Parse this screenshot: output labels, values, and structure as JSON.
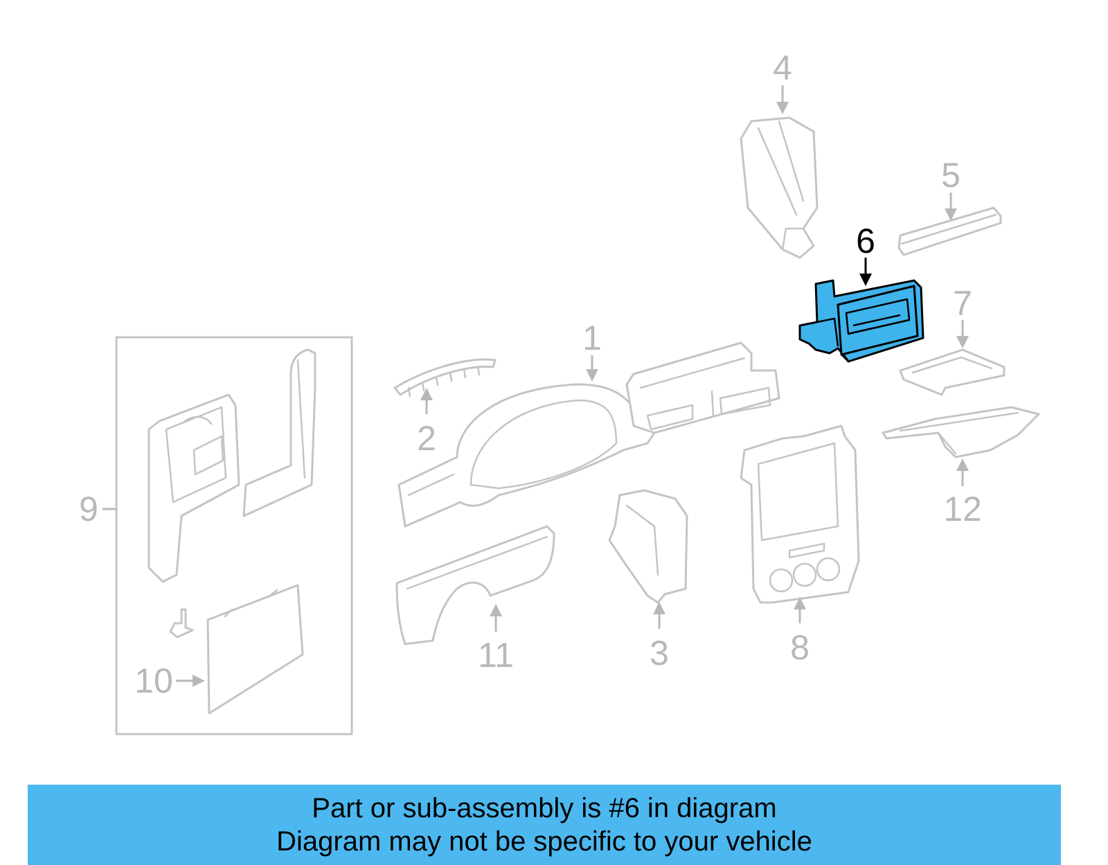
{
  "diagram": {
    "highlight_color": "#3fb4ec",
    "callouts": [
      {
        "number": "1"
      },
      {
        "number": "2"
      },
      {
        "number": "3"
      },
      {
        "number": "4"
      },
      {
        "number": "5"
      },
      {
        "number": "6",
        "highlighted": true
      },
      {
        "number": "7"
      },
      {
        "number": "8"
      },
      {
        "number": "9"
      },
      {
        "number": "10"
      },
      {
        "number": "11"
      },
      {
        "number": "12"
      }
    ]
  },
  "banner": {
    "line1": "Part or sub-assembly is #6 in diagram",
    "line2": "Diagram may not be specific to your vehicle",
    "color": "#4db8ef"
  }
}
